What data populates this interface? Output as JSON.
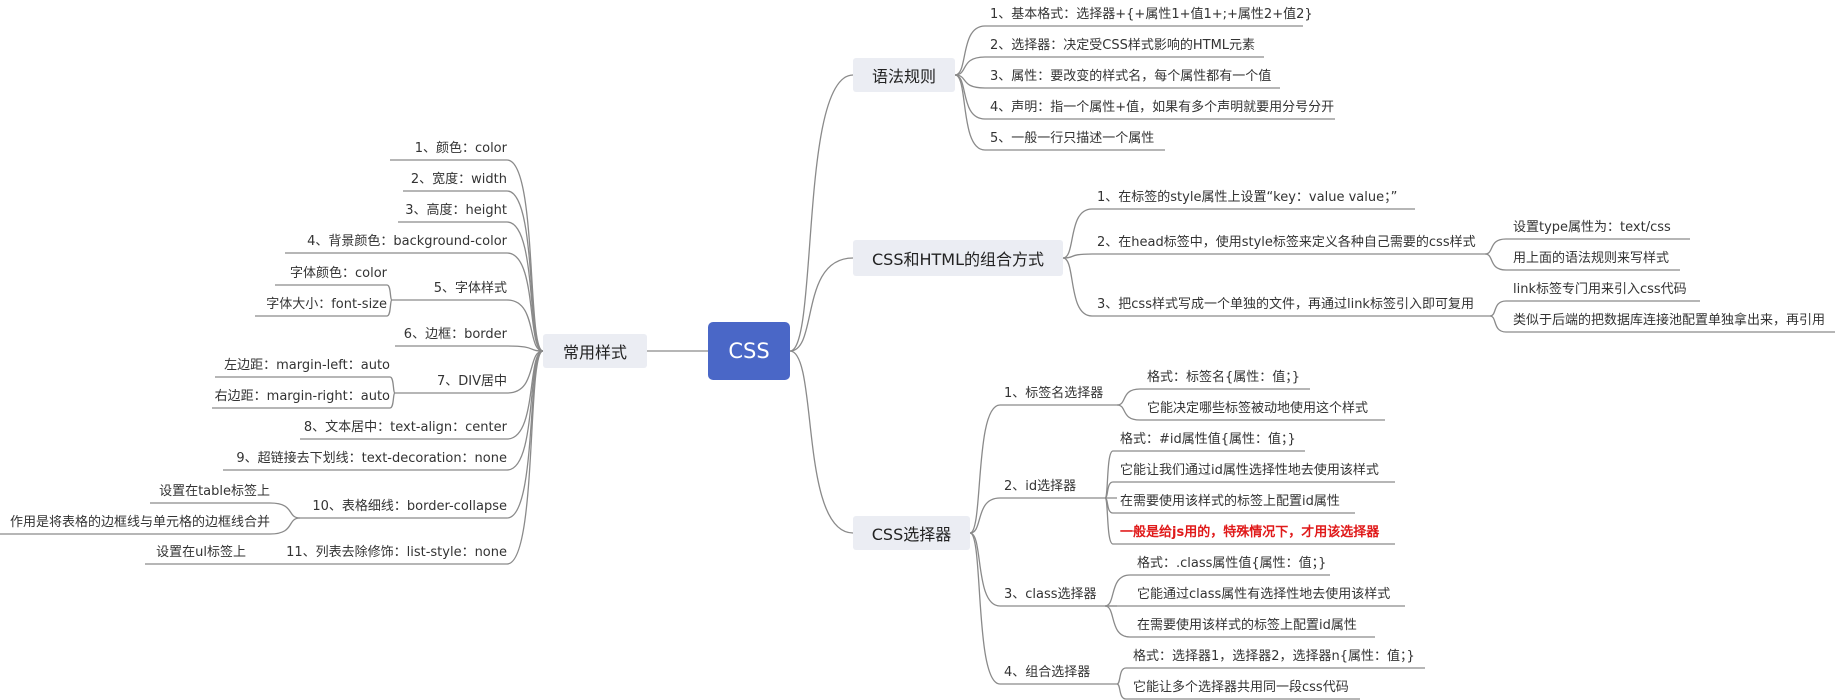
{
  "root": {
    "label": "CSS"
  },
  "branches": {
    "syntax": {
      "label": "语法规则",
      "items": [
        "1、基本格式：选择器+{+属性1+值1+;+属性2+值2}",
        "2、选择器：决定受CSS样式影响的HTML元素",
        "3、属性：要改变的样式名，每个属性都有一个值",
        "4、声明：指一个属性+值，如果有多个声明就要用分号分开",
        "5、一般一行只描述一个属性"
      ]
    },
    "combine": {
      "label": "CSS和HTML的组合方式",
      "items": [
        "1、在标签的style属性上设置“key：value value；”",
        "2、在head标签中，使用style标签来定义各种自己需要的css样式",
        "3、把css样式写成一个单独的文件，再通过link标签引入即可复用"
      ],
      "sub2": [
        "设置type属性为：text/css",
        "用上面的语法规则来写样式"
      ],
      "sub3": [
        "link标签专门用来引入css代码",
        "类似于后端的把数据库连接池配置单独拿出来，再引用"
      ]
    },
    "selectors": {
      "label": "CSS选择器",
      "items": [
        "1、标签名选择器",
        "2、id选择器",
        "3、class选择器",
        "4、组合选择器"
      ],
      "tag": [
        "格式：标签名{属性：值；}",
        "它能决定哪些标签被动地使用这个样式"
      ],
      "id": [
        "格式：#id属性值{属性：值；}",
        "它能让我们通过id属性选择性地去使用该样式",
        "在需要使用该样式的标签上配置id属性",
        "一般是给js用的，特殊情况下，才用该选择器"
      ],
      "class": [
        "格式：.class属性值{属性：值；}",
        "它能通过class属性有选择性地去使用该样式",
        "在需要使用该样式的标签上配置id属性"
      ],
      "group": [
        "格式：选择器1，选择器2，选择器n{属性：值；}",
        "它能让多个选择器共用同一段css代码"
      ]
    },
    "styles": {
      "label": "常用样式",
      "items": [
        "1、颜色：color",
        "2、宽度：width",
        "3、高度：height",
        "4、背景颜色：background-color",
        "5、字体样式",
        "6、边框：border",
        "7、DIV居中",
        "8、文本居中：text-align：center",
        "9、超链接去下划线：text-decoration：none",
        "10、表格细线：border-collapse",
        "11、列表去除修饰：list-style：none"
      ],
      "font": [
        "字体颜色：color",
        "字体大小：font-size"
      ],
      "div": [
        "左边距：margin-left：auto",
        "右边距：margin-right：auto"
      ],
      "table": [
        "设置在table标签上",
        "作用是将表格的边框线与单元格的边框线合并"
      ],
      "list": [
        "设置在ul标签上"
      ]
    }
  },
  "colors": {
    "root": "#4a67c7",
    "main_bg": "#ebedf3",
    "line": "#8a8a8a",
    "highlight": "#e01a1a"
  }
}
